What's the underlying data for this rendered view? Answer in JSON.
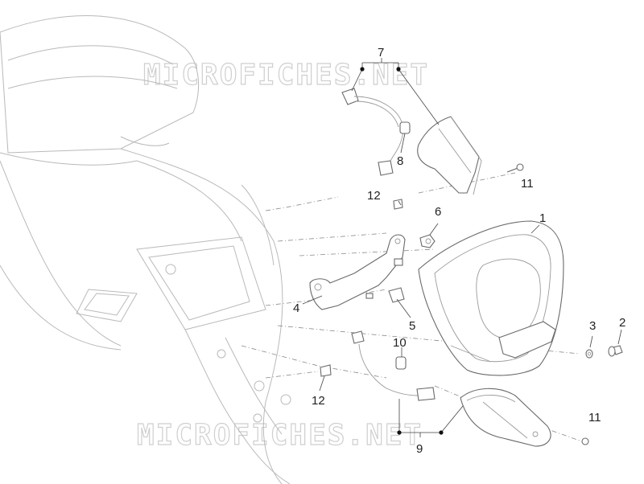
{
  "watermark": {
    "top": "MICROFICHES.NET",
    "bottom": "MICROFICHES.NET"
  },
  "callouts": {
    "c1": "1",
    "c2": "2",
    "c3": "3",
    "c4": "4",
    "c5": "5",
    "c6": "6",
    "c7": "7",
    "c8": "8",
    "c9": "9",
    "c10": "10",
    "c11a": "11",
    "c11b": "11",
    "c12a": "12",
    "c12b": "12"
  },
  "colors": {
    "line": "#6a6a6a",
    "body_line": "#b9b9b9",
    "watermark": "#cfcfcf",
    "text": "#222222"
  }
}
